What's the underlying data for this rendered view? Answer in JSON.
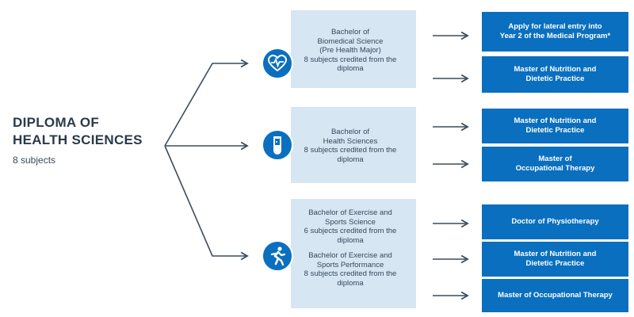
{
  "diploma": {
    "title_line1": "DIPLOMA OF",
    "title_line2": "HEALTH SCIENCES",
    "subjects": "8 subjects"
  },
  "pathways": [
    {
      "icon": "heart-pulse-icon",
      "degrees": [
        {
          "lines": [
            "Bachelor of",
            "Biomedical Science",
            "(Pre Health Major)",
            "8 subjects credited from the",
            "diploma"
          ]
        }
      ],
      "outcomes": [
        {
          "lines": [
            "Apply for lateral entry into",
            "Year 2 of the Medical Program*"
          ]
        },
        {
          "lines": [
            "Master of Nutrition and",
            "Dietetic Practice"
          ]
        }
      ]
    },
    {
      "icon": "test-tube-icon",
      "degrees": [
        {
          "lines": [
            "Bachelor of",
            "Health Sciences",
            "8 subjects credited from the",
            "diploma"
          ]
        }
      ],
      "outcomes": [
        {
          "lines": [
            "Master of Nutrition and",
            "Dietetic Practice"
          ]
        },
        {
          "lines": [
            "Master of",
            "Occupational Therapy"
          ]
        }
      ]
    },
    {
      "icon": "runner-icon",
      "degrees": [
        {
          "lines": [
            "Bachelor of Exercise and",
            "Sports Science",
            "6 subjects credited from the",
            "diploma"
          ]
        },
        {
          "lines": [
            "Bachelor of Exercise and",
            "Sports Performance",
            "8 subjects credited from the",
            "diploma"
          ]
        }
      ],
      "outcomes": [
        {
          "lines": [
            "Doctor of Physiotherapy"
          ]
        },
        {
          "lines": [
            "Master of Nutrition and",
            "Dietetic Practice"
          ]
        },
        {
          "lines": [
            "Master of Occupational Therapy"
          ]
        }
      ]
    }
  ],
  "colors": {
    "primary_blue": "#0a6fbf",
    "light_blue": "#d6e6f2",
    "line": "#3d4d5c",
    "title_text": "#2b3a4a"
  }
}
